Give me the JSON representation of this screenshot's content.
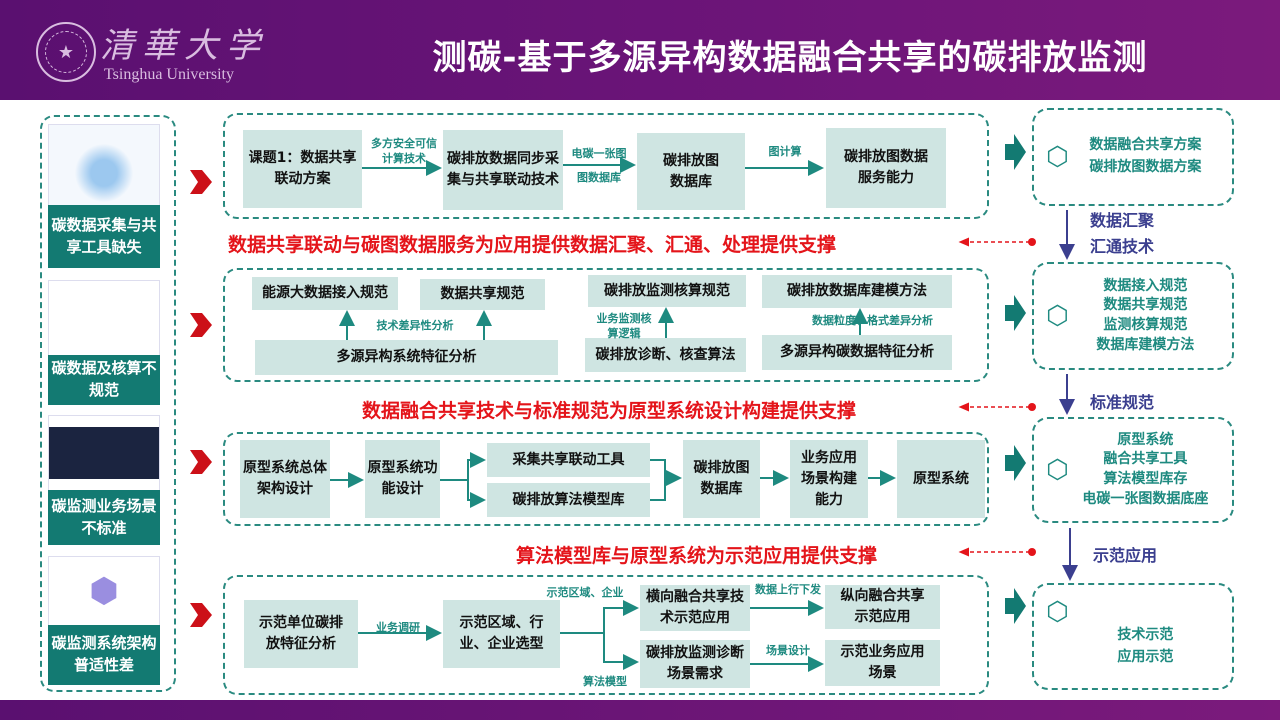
{
  "header": {
    "title": "测碳-基于多源异构数据融合共享的碳排放监测",
    "logo_cn": "清華大学",
    "logo_en": "Tsinghua University"
  },
  "problems": [
    "碳数据采集与共享工具缺失",
    "碳数据及核算不规范",
    "碳监测业务场景不标准",
    "碳监测系统架构普适性差"
  ],
  "row1": {
    "nodes": [
      "课题1：数据共享联动方案",
      "碳排放数据同步采集与共享联动技术",
      "碳排放图数据库",
      "碳排放图数据服务能力"
    ],
    "labels": [
      "多方安全可信计算技术",
      "电碳一张图",
      "图数据库",
      "图计算"
    ]
  },
  "support1": "数据共享联动与碳图数据服务为应用提供数据汇聚、汇通、处理提供支撑",
  "row2": {
    "nodes": [
      "能源大数据接入规范",
      "数据共享规范",
      "碳排放监测核算规范",
      "碳排放数据库建模方法",
      "多源异构系统特征分析",
      "碳排放诊断、核查算法",
      "多源异构碳数据特征分析"
    ],
    "labels": [
      "技术差异性分析",
      "业务监测核算逻辑",
      "数据粒度、格式差异分析"
    ]
  },
  "support2": "数据融合共享技术与标准规范为原型系统设计构建提供支撑",
  "row3": {
    "nodes": [
      "原型系统总体架构设计",
      "原型系统功能设计",
      "采集共享联动工具",
      "碳排放算法模型库",
      "碳排放图数据库",
      "业务应用场景构建能力",
      "原型系统"
    ]
  },
  "support3": "算法模型库与原型系统为示范应用提供支撑",
  "row4": {
    "nodes": [
      "示范单位碳排放特征分析",
      "示范区域、行业、企业选型",
      "横向融合共享技术示范应用",
      "碳排放监测诊断场景需求",
      "纵向融合共享示范应用",
      "示范业务应用场景"
    ],
    "labels": [
      "业务调研",
      "示范区域、企业",
      "算法模型",
      "数据上行下发",
      "场景设计"
    ]
  },
  "outcomes": [
    [
      "数据融合共享方案",
      "碳排放图数据方案"
    ],
    [
      "数据接入规范",
      "数据共享规范",
      "监测核算规范",
      "数据库建模方法"
    ],
    [
      "原型系统",
      "融合共享工具",
      "算法模型库存",
      "电碳一张图数据底座"
    ],
    [
      "技术示范",
      "应用示范"
    ]
  ],
  "flow_labels": [
    [
      "数据汇聚",
      "汇通技术"
    ],
    [
      "标准规范"
    ],
    [
      "示范应用"
    ]
  ],
  "colors": {
    "teal": "#137a72",
    "red": "#e4141a",
    "purple": "#6d1579",
    "node": "#cfe5e2"
  }
}
